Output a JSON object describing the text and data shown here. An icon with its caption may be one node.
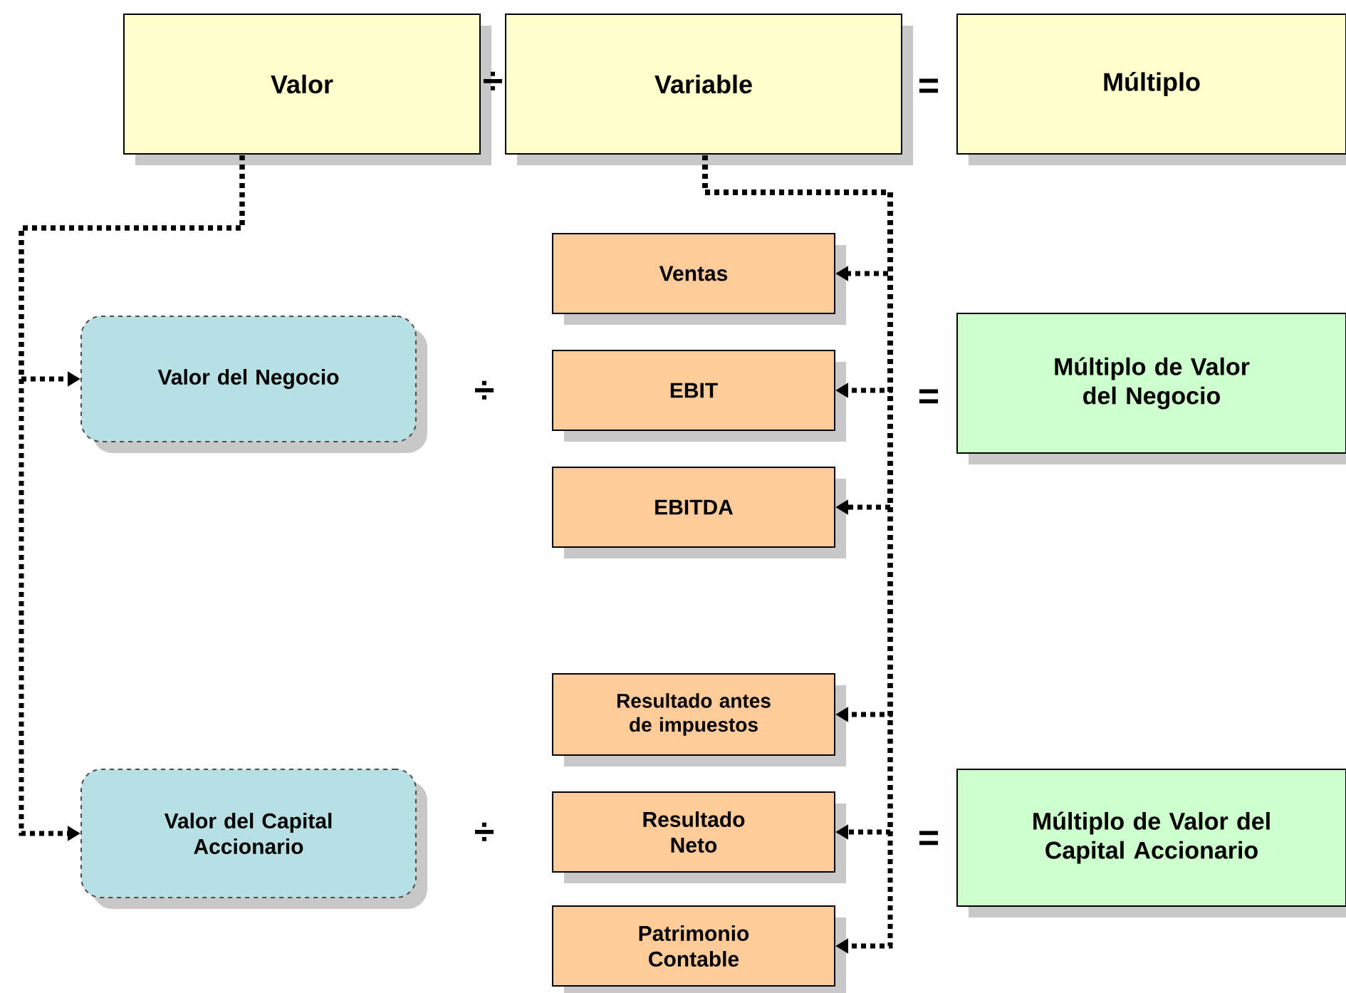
{
  "diagram": {
    "nodes": [
      {
        "text": [
          "Valor"
        ]
      },
      {
        "text": [
          "Variable"
        ]
      },
      {
        "text": [
          "Múltiplo"
        ]
      },
      {
        "text": [
          "Valor del Negocio"
        ]
      },
      {
        "text": [
          "Valor del Capital Accionario"
        ]
      },
      {
        "text": [
          "Ventas"
        ]
      },
      {
        "text": [
          "EBIT"
        ]
      },
      {
        "text": [
          "EBITDA"
        ]
      },
      {
        "text": [
          "Resultado antes de impuestos"
        ]
      },
      {
        "text": [
          "Resultado Neto"
        ]
      },
      {
        "text": [
          "Patrimonio Contable"
        ]
      },
      {
        "text": [
          "Múltiplo de Valor del Negocio"
        ]
      },
      {
        "text": [
          "Múltiplo de Valor del Capital Accionario"
        ]
      }
    ],
    "edges": [
      {
        "from": 0,
        "to": 3,
        "arrow": "to"
      },
      {
        "from": 0,
        "to": 4,
        "arrow": "to"
      },
      {
        "from": 1,
        "to": 5,
        "arrow": "to"
      },
      {
        "from": 1,
        "to": 6,
        "arrow": "to"
      },
      {
        "from": 1,
        "to": 7,
        "arrow": "to"
      },
      {
        "from": 1,
        "to": 8,
        "arrow": "to"
      },
      {
        "from": 1,
        "to": 9,
        "arrow": "to"
      },
      {
        "from": 1,
        "to": 10,
        "arrow": "to"
      }
    ],
    "labels": [
      "÷",
      "=",
      "÷",
      "=",
      "÷",
      "="
    ]
  }
}
